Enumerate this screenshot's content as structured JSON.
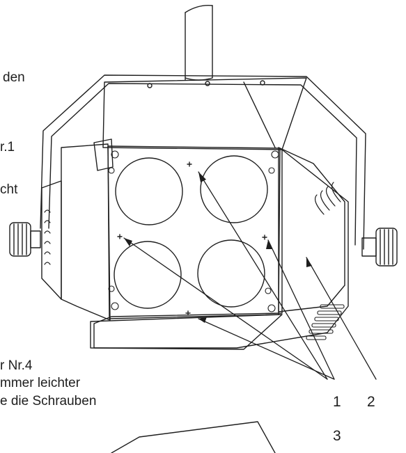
{
  "text_fragments": {
    "line_den": "den",
    "line_nr1": "r.1",
    "line_cht": "cht",
    "line_nr4": "r Nr.4",
    "line_leichter": "mmer leichter",
    "line_schrauben": "e die Schrauben"
  },
  "callouts": {
    "label_1": "1",
    "label_2": "2",
    "label_3": "3"
  },
  "colors": {
    "line": "#1e1e1e",
    "background": "#ffffff"
  }
}
